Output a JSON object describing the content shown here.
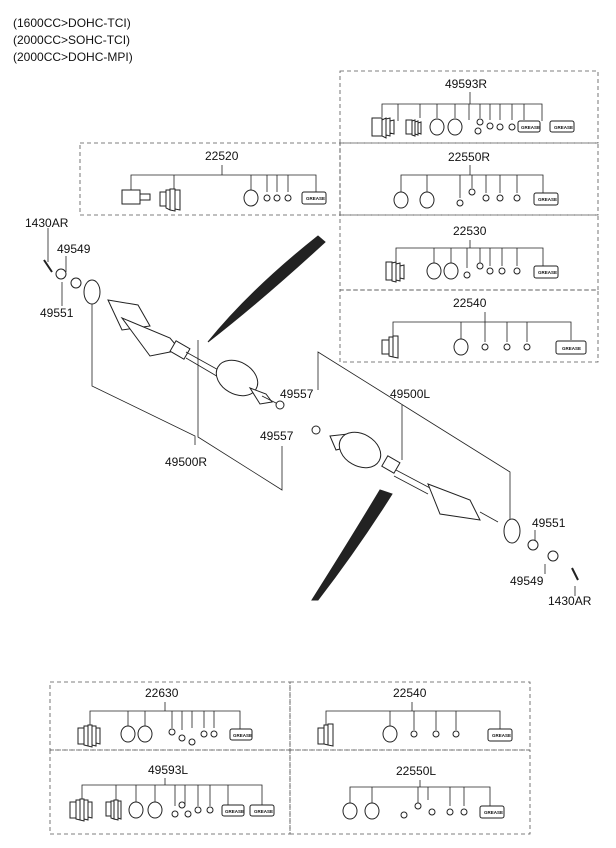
{
  "header": {
    "lines": [
      "(1600CC>DOHC-TCI)",
      "(2000CC>SOHC-TCI)",
      "(2000CC>DOHC-MPI)"
    ]
  },
  "kits": {
    "k49593R": "49593R",
    "k22520": "22520",
    "k22550R": "22550R",
    "k22530": "22530",
    "k22540_top": "22540",
    "k22630": "22630",
    "k22540_bot": "22540",
    "k49593L": "49593L",
    "k22550L": "22550L"
  },
  "callouts": {
    "c1430AR_left": "1430AR",
    "c49549_left": "49549",
    "c49551_left": "49551",
    "c49557_upper": "49557",
    "c49557_lower": "49557",
    "c49500R": "49500R",
    "c49500L": "49500L",
    "c49551_right": "49551",
    "c49549_right": "49549",
    "c1430AR_right": "1430AR"
  },
  "grease_label": "GREASE"
}
